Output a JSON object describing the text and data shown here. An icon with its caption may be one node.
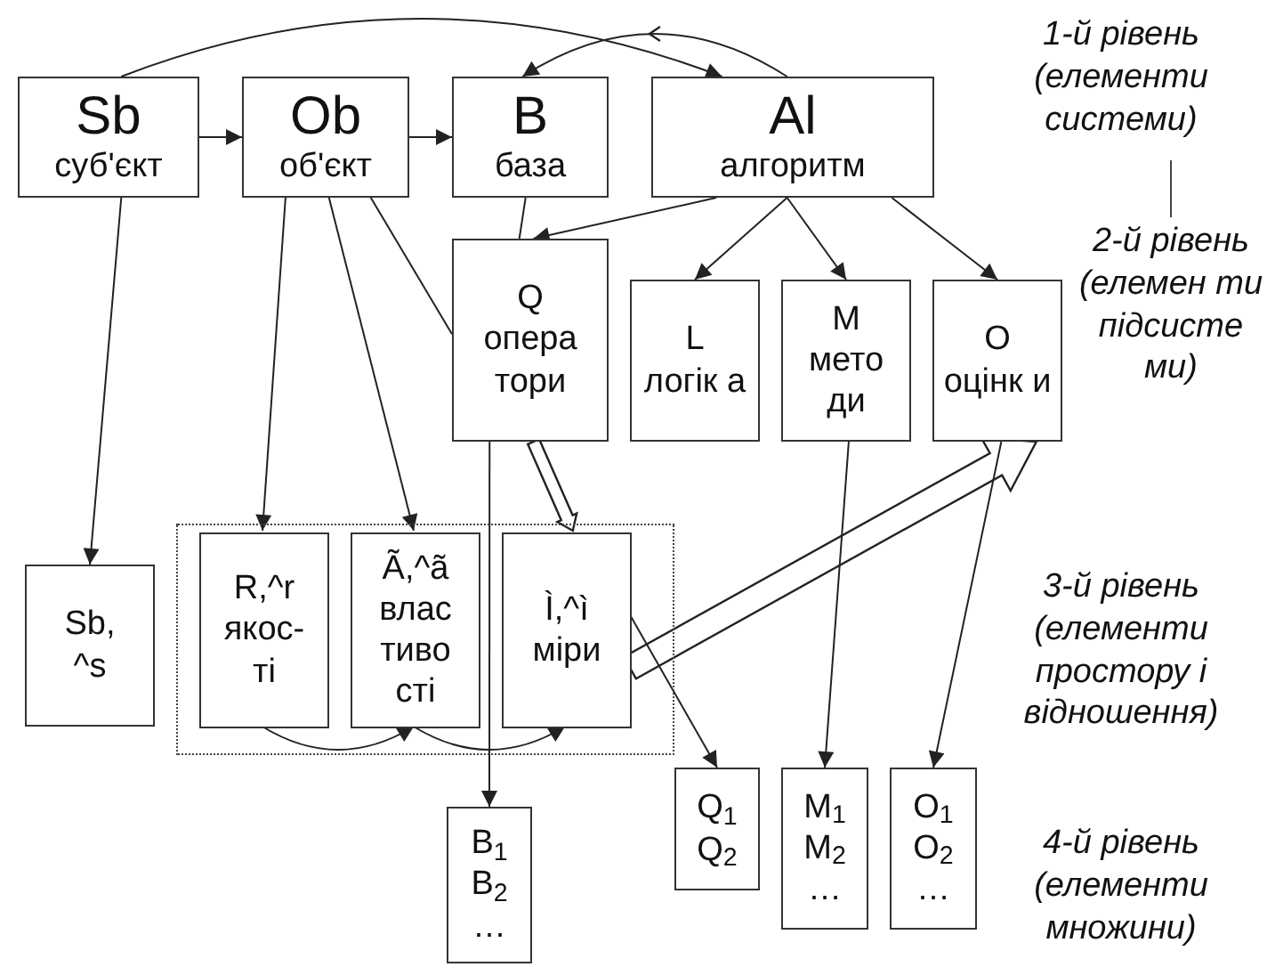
{
  "diagram": {
    "nodes": [
      {
        "text": [
          "Sb",
          "суб'єкт"
        ]
      },
      {
        "text": [
          "Ob",
          "об'єкт"
        ]
      },
      {
        "text": [
          "B",
          "база"
        ]
      },
      {
        "text": [
          "Al",
          "алгоритм"
        ]
      },
      {
        "text": [
          "Q",
          "опера тори"
        ]
      },
      {
        "text": [
          "L",
          "логік а"
        ]
      },
      {
        "text": [
          "M",
          "мето ди"
        ]
      },
      {
        "text": [
          "O",
          "оцінк и"
        ]
      },
      {
        "text": [
          "Sb, ^s"
        ]
      },
      {
        "text": [],
        "shape": "box"
      },
      {
        "text": [
          "R,^r",
          "якос- ті"
        ],
        "in": 9
      },
      {
        "text": [
          "Ã,^ã",
          "влас тиво сті"
        ],
        "in": 9
      },
      {
        "text": [
          "Ì,^ì",
          "міри"
        ],
        "in": 9
      },
      {
        "text": [
          "Q$_{1}$ Q$_{2}$"
        ]
      },
      {
        "text": [
          "B$_{1}$ B$_{2}$ …"
        ]
      },
      {
        "text": [
          "M$_{1}$ M$_{2}$ …"
        ]
      },
      {
        "text": [
          "O$_{1}$ O$_{2}$ …"
        ]
      }
    ],
    "edges": [
      {
        "from": 0,
        "to": 1,
        "arrow": "to"
      },
      {
        "from": 1,
        "to": 2,
        "arrow": "to"
      },
      {
        "from": 0,
        "to": 3,
        "arrow": "to"
      },
      {
        "from": 3,
        "to": 2,
        "arrow": "to"
      },
      {
        "from": 2,
        "to": 4,
        "arrow": "none"
      },
      {
        "from": 3,
        "to": 4,
        "arrow": "to"
      },
      {
        "from": 3,
        "to": 5,
        "arrow": "to"
      },
      {
        "from": 3,
        "to": 6,
        "arrow": "to"
      },
      {
        "from": 3,
        "to": 7,
        "arrow": "to"
      },
      {
        "from": 0,
        "to": 8,
        "arrow": "to"
      },
      {
        "from": 1,
        "to": 10,
        "arrow": "to"
      },
      {
        "from": 1,
        "to": 11,
        "arrow": "to"
      },
      {
        "from": 1,
        "to": 4,
        "arrow": "none"
      },
      {
        "from": 4,
        "to": 14,
        "arrow": "to"
      },
      {
        "from": 4,
        "to": 12,
        "arrow": "to",
        "style": "thick"
      },
      {
        "from": 12,
        "to": 7,
        "arrow": "to",
        "style": "thick"
      },
      {
        "from": 12,
        "to": 13,
        "arrow": "to"
      },
      {
        "from": 6,
        "to": 15,
        "arrow": "to"
      },
      {
        "from": 7,
        "to": 16,
        "arrow": "to"
      },
      {
        "from": 10,
        "to": 11,
        "arrow": "to"
      },
      {
        "from": 11,
        "to": 12,
        "arrow": "to"
      }
    ],
    "labels": [
      "1-й рівень (елементи системи)",
      "2-й рівень (елемен ти підсисте ми)",
      "3-й рівень (елементи простору і відношення)",
      "4-й рівень (елементи множини)"
    ]
  }
}
